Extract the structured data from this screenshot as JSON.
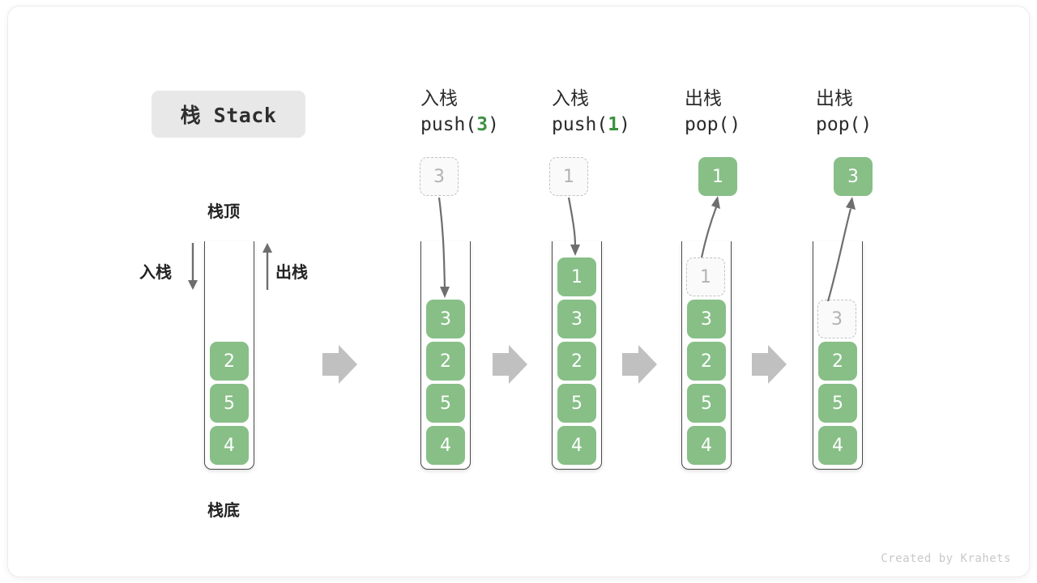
{
  "figure": {
    "title": "栈 Stack",
    "footer": "Created by Krahets",
    "accent_green": "#87bf87",
    "accent_green_text": "#3f9142",
    "arrow_gray": "#bfbfbf",
    "line_gray": "#6e6e6e"
  },
  "legend": {
    "top_label": "栈顶",
    "bottom_label": "栈底",
    "push_label": "入栈",
    "pop_label": "出栈"
  },
  "columns": [
    {
      "id": "initial",
      "header_cn": "",
      "header_op_prefix": "",
      "header_op_num": "",
      "header_op_suffix": "",
      "cells": [
        "2",
        "5",
        "4"
      ],
      "ghost": null,
      "result": null
    },
    {
      "id": "push-3",
      "header_cn": "入栈",
      "header_op_prefix": "push(",
      "header_op_num": "3",
      "header_op_suffix": ")",
      "cells": [
        "3",
        "2",
        "5",
        "4"
      ],
      "ghost": "3",
      "result": null
    },
    {
      "id": "push-1",
      "header_cn": "入栈",
      "header_op_prefix": "push(",
      "header_op_num": "1",
      "header_op_suffix": ")",
      "cells": [
        "1",
        "3",
        "2",
        "5",
        "4"
      ],
      "ghost": "1",
      "result": null
    },
    {
      "id": "pop-1",
      "header_cn": "出栈",
      "header_op_prefix": "pop(",
      "header_op_num": "",
      "header_op_suffix": ")",
      "cells": [
        "3",
        "2",
        "5",
        "4"
      ],
      "ghost": "1",
      "result": "1"
    },
    {
      "id": "pop-3",
      "header_cn": "出栈",
      "header_op_prefix": "pop(",
      "header_op_num": "",
      "header_op_suffix": ")",
      "cells": [
        "2",
        "5",
        "4"
      ],
      "ghost": "3",
      "result": "3"
    }
  ]
}
